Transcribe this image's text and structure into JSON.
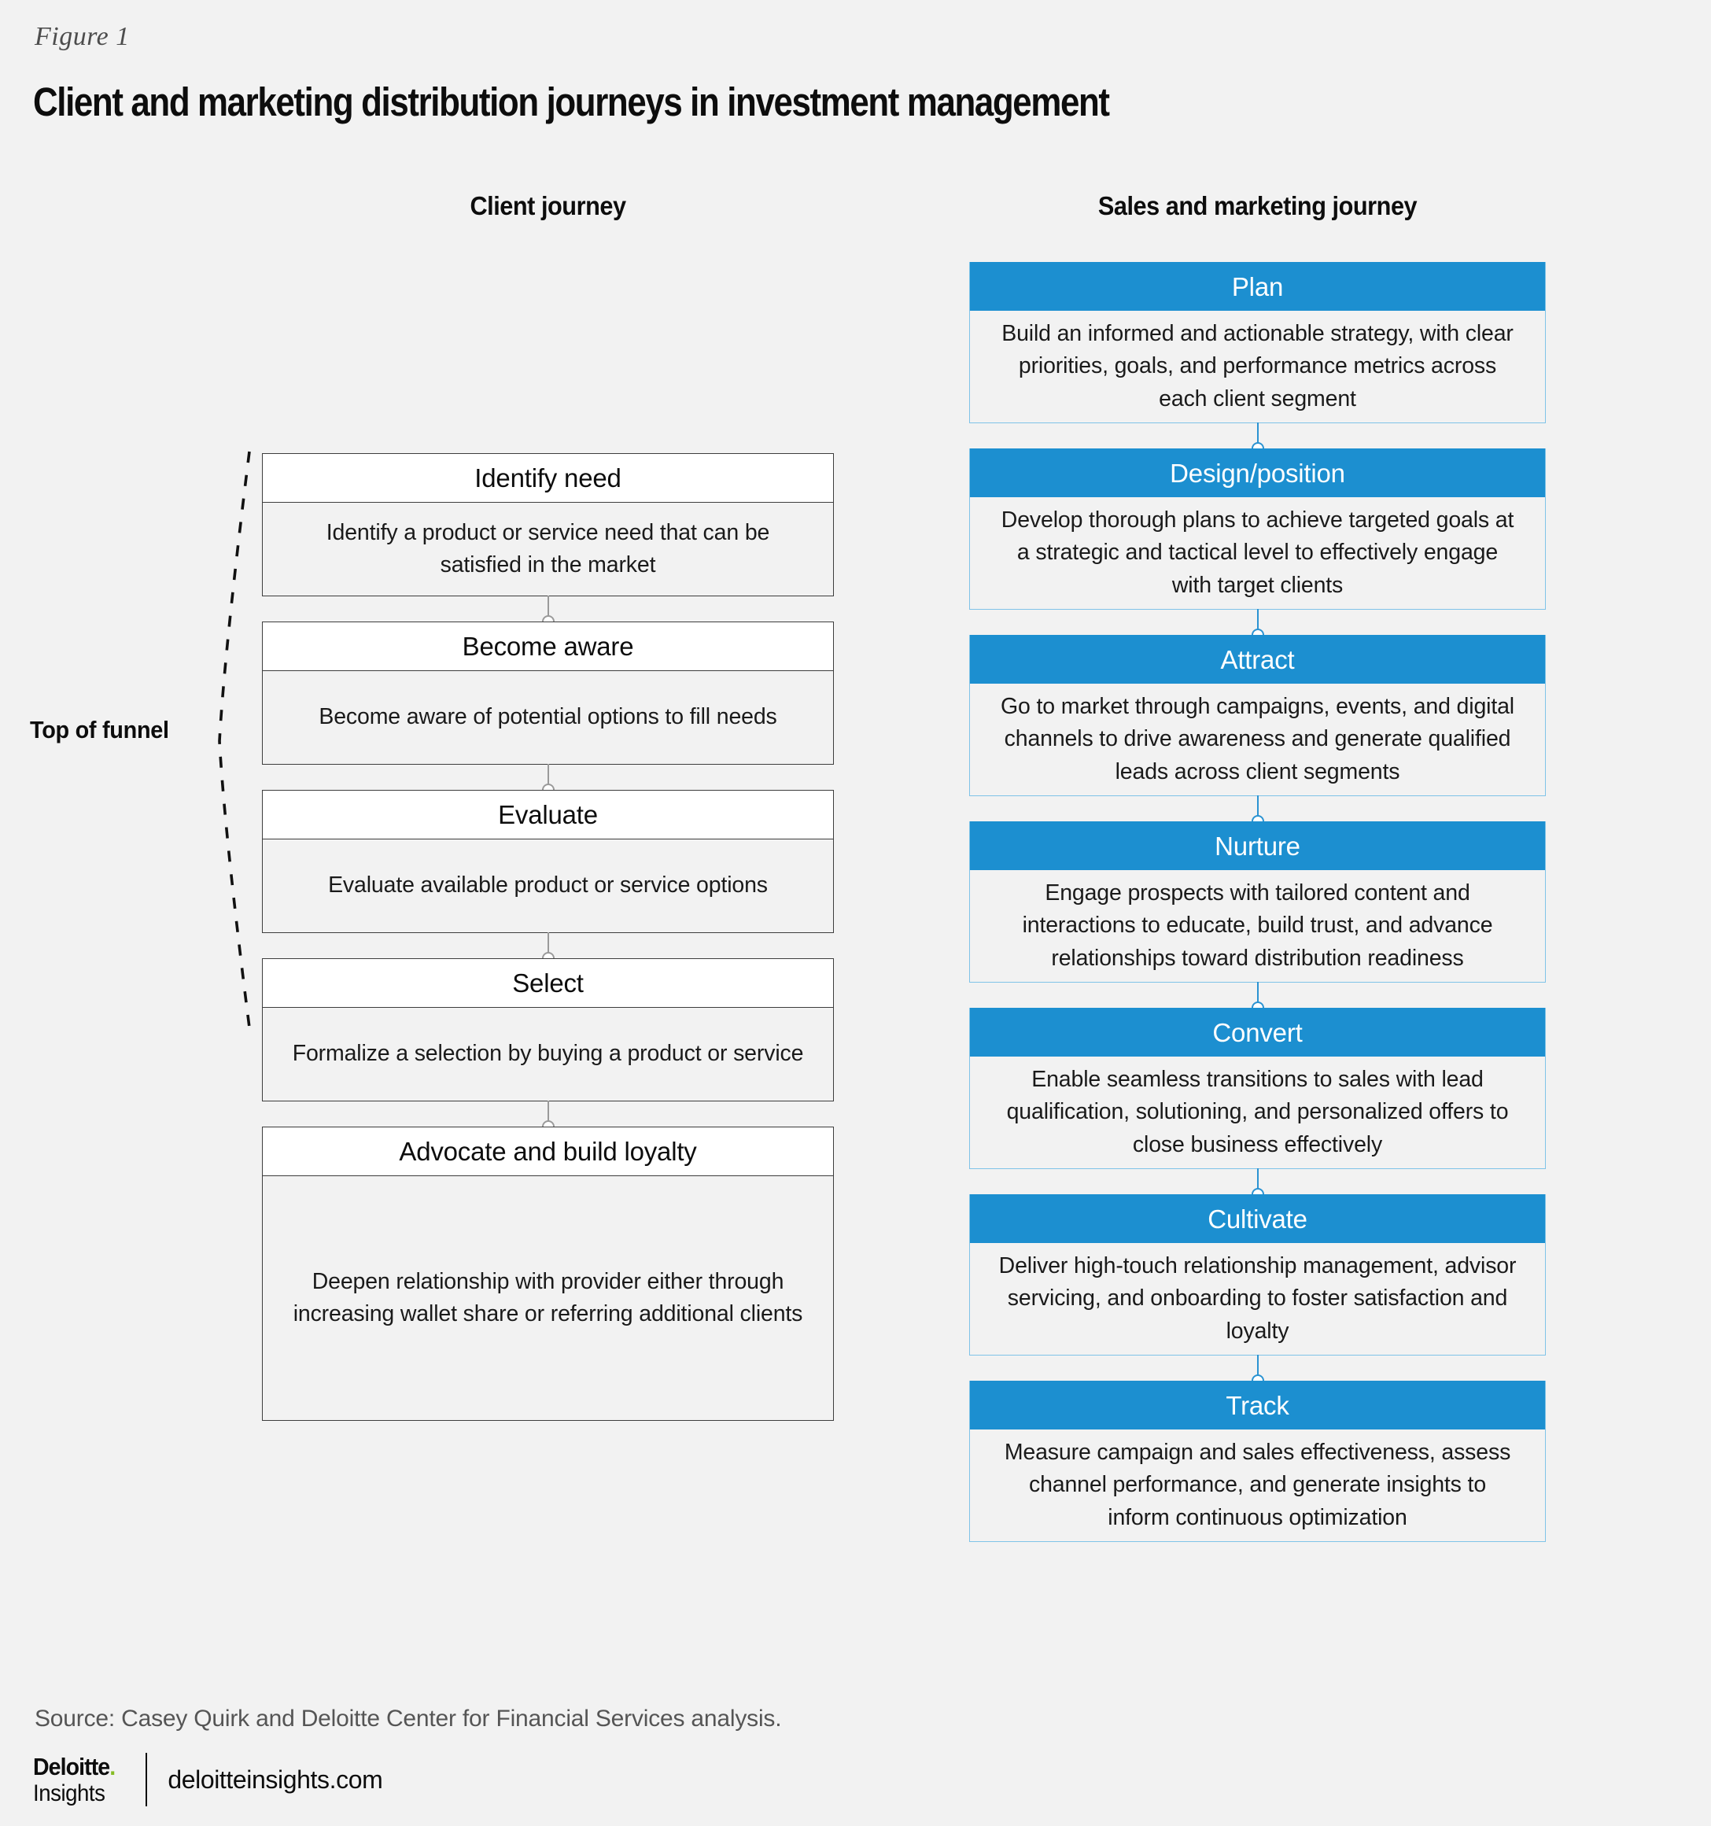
{
  "figure": {
    "label": "Figure 1",
    "title": "Client and marketing distribution journeys in investment management"
  },
  "colors": {
    "background": "#f2f2f2",
    "accent_blue": "#1c8fd0",
    "blue_border": "#7fc3e8",
    "card_border": "#3d3d3d",
    "connector_grey": "#9a9a9a",
    "deloitte_green": "#86bc25"
  },
  "columns": {
    "client": {
      "heading": "Client journey"
    },
    "sales": {
      "heading": "Sales and marketing journey"
    }
  },
  "funnel": {
    "label": "Top of funnel"
  },
  "client_journey": [
    {
      "title": "Identify need",
      "description": "Identify a product or service need that can be satisfied in the market",
      "body_height": 118
    },
    {
      "title": "Become aware",
      "description": "Become aware of potential options to fill needs",
      "body_height": 118
    },
    {
      "title": "Evaluate",
      "description": "Evaluate available product or service options",
      "body_height": 118
    },
    {
      "title": "Select",
      "description": "Formalize a selection by buying a product or service",
      "body_height": 118
    },
    {
      "title": "Advocate and build loyalty",
      "description": "Deepen relationship with provider either through increasing wallet share or referring additional clients",
      "body_height": 310
    }
  ],
  "sales_journey": [
    {
      "title": "Plan",
      "description": "Build an informed and actionable strategy, with clear priorities, goals, and performance metrics across each client segment",
      "body_height": 142
    },
    {
      "title": "Design/position",
      "description": "Develop thorough plans to achieve targeted goals at a strategic and tactical level to effectively engage with target clients",
      "body_height": 142
    },
    {
      "title": "Attract",
      "description": "Go to market through campaigns, events, and digital channels to drive awareness and generate qualified leads across client segments",
      "body_height": 142
    },
    {
      "title": "Nurture",
      "description": "Engage prospects with tailored content and interactions to educate, build trust, and advance relationships toward distribution readiness",
      "body_height": 142
    },
    {
      "title": "Convert",
      "description": "Enable seamless transitions to sales with lead qualification, solutioning, and personalized offers to close business effectively",
      "body_height": 142
    },
    {
      "title": "Cultivate",
      "description": "Deliver high-touch relationship management, advisor servicing, and onboarding to foster satisfaction and loyalty",
      "body_height": 142
    },
    {
      "title": "Track",
      "description": "Measure campaign and sales effectiveness, assess channel performance, and generate insights to inform continuous optimization",
      "body_height": 142
    }
  ],
  "footer": {
    "source": "Source: Casey Quirk and Deloitte Center for Financial Services analysis.",
    "logo_name": "Deloitte",
    "logo_dot": ".",
    "logo_sub": "Insights",
    "url": "deloitteinsights.com"
  }
}
